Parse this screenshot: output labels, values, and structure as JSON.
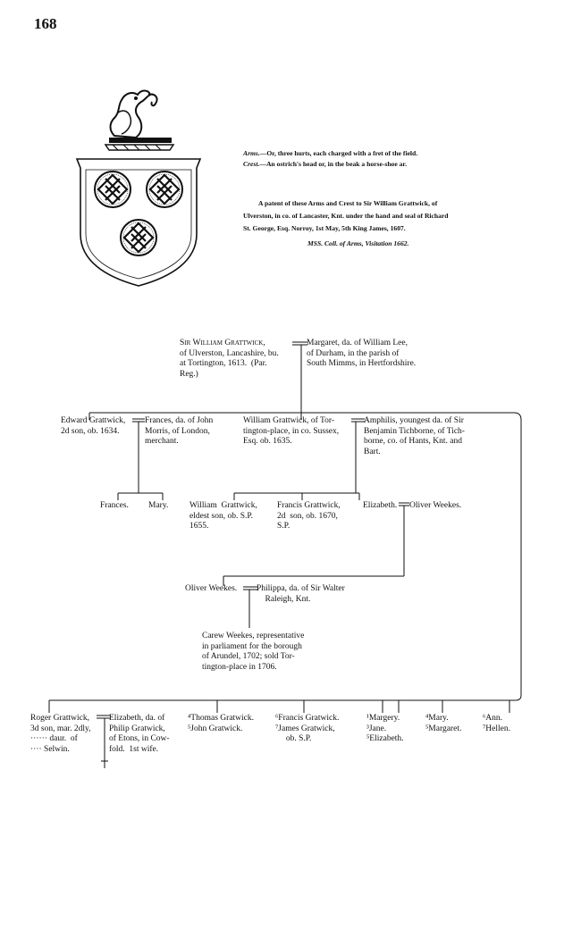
{
  "page": {
    "number": "168"
  },
  "heraldry": {
    "arms_label": "Arms.",
    "arms_text": "—Or, three hurts, each charged with a fret of the field.",
    "crest_label": "Crest.",
    "crest_text": "—An ostrich's head or, in the beak a horse-shoe ar.",
    "patent_lines": [
      "A patent of these Arms and Crest to Sir William Grattwick, of",
      "Ulverston, in co. of Lancaster, Knt. under the hand and seal of Richard",
      "St. George, Esq. Norroy, 1st May, 5th King James, 1607."
    ],
    "source": "MSS. Coll. of Arms, Visitation 1662."
  },
  "pedigree": {
    "founder": {
      "lines": [
        "Sir William Grattwick,",
        "of Ulverston, Lancashire, bu.",
        "at Tortington, 1613.  (Par.",
        "Reg.)"
      ]
    },
    "founder_wife": {
      "lines": [
        "Margaret, da. of William Lee,",
        "of Durham, in the parish of",
        "South Mimms, in Hertfordshire."
      ]
    },
    "edward": {
      "lines": [
        "Edward Grattwick,",
        "2d son, ob. 1634."
      ]
    },
    "frances_morris": {
      "lines": [
        "Frances, da. of John",
        "Morris, of London,",
        "merchant."
      ]
    },
    "william_tor": {
      "lines": [
        "William Grattwick, of Tor-",
        "tington-place, in co. Sussex,",
        "Esq. ob. 1635."
      ]
    },
    "amphilis": {
      "lines": [
        "Amphilis, youngest da. of Sir",
        "Benjamin Tichborne, of Tich-",
        "borne, co. of Hants, Knt. and",
        "Bart."
      ]
    },
    "frances_child": {
      "lines": [
        "Frances."
      ]
    },
    "mary_child": {
      "lines": [
        "Mary."
      ]
    },
    "william_eldest": {
      "lines": [
        "William  Grattwick,",
        "eldest son, ob. S.P.",
        "1655."
      ]
    },
    "francis_2d": {
      "lines": [
        "Francis Grattwick,",
        "2d  son, ob. 1670,",
        "S.P."
      ]
    },
    "elizabeth": {
      "lines": [
        "Elizabeth."
      ]
    },
    "oliver_weekes_sr": {
      "lines": [
        "Oliver Weekes."
      ]
    },
    "oliver_weekes_jr": {
      "lines": [
        "Oliver Weekes."
      ]
    },
    "philippa": {
      "lines": [
        "Philippa, da. of Sir Walter",
        "Raleigh, Knt."
      ]
    },
    "carew": {
      "lines": [
        "Carew Weekes, representative",
        "in parliament for the borough",
        "of Arundel, 1702; sold Tor-",
        "tington-place in 1706."
      ]
    },
    "roger": {
      "lines": [
        "Roger Grattwick,",
        "3d son, mar. 2dly,",
        "······ daur.  of",
        "···· Selwin."
      ]
    },
    "elizabeth_gratwick": {
      "lines": [
        "Elizabeth, da. of",
        "Philip Gratwick,",
        "of Etons, in Cow-",
        "fold.  1st wife."
      ]
    },
    "col4": {
      "lines": [
        "⁴Thomas Gratwick.",
        "⁵John Gratwick."
      ]
    },
    "col5": {
      "lines": [
        "⁶Francis Gratwick.",
        "⁷James Gratwick,",
        "ob. S.P."
      ]
    },
    "col6": {
      "lines": [
        "¹Margery.",
        "³Jane.",
        "⁵Elizabeth."
      ]
    },
    "col7": {
      "lines": [
        "⁴Mary.",
        "⁵Margaret."
      ]
    },
    "col8": {
      "lines": [
        "⁶Ann.",
        "⁷Hellen."
      ]
    }
  },
  "colors": {
    "ink": "#111111",
    "paper": "#ffffff"
  }
}
